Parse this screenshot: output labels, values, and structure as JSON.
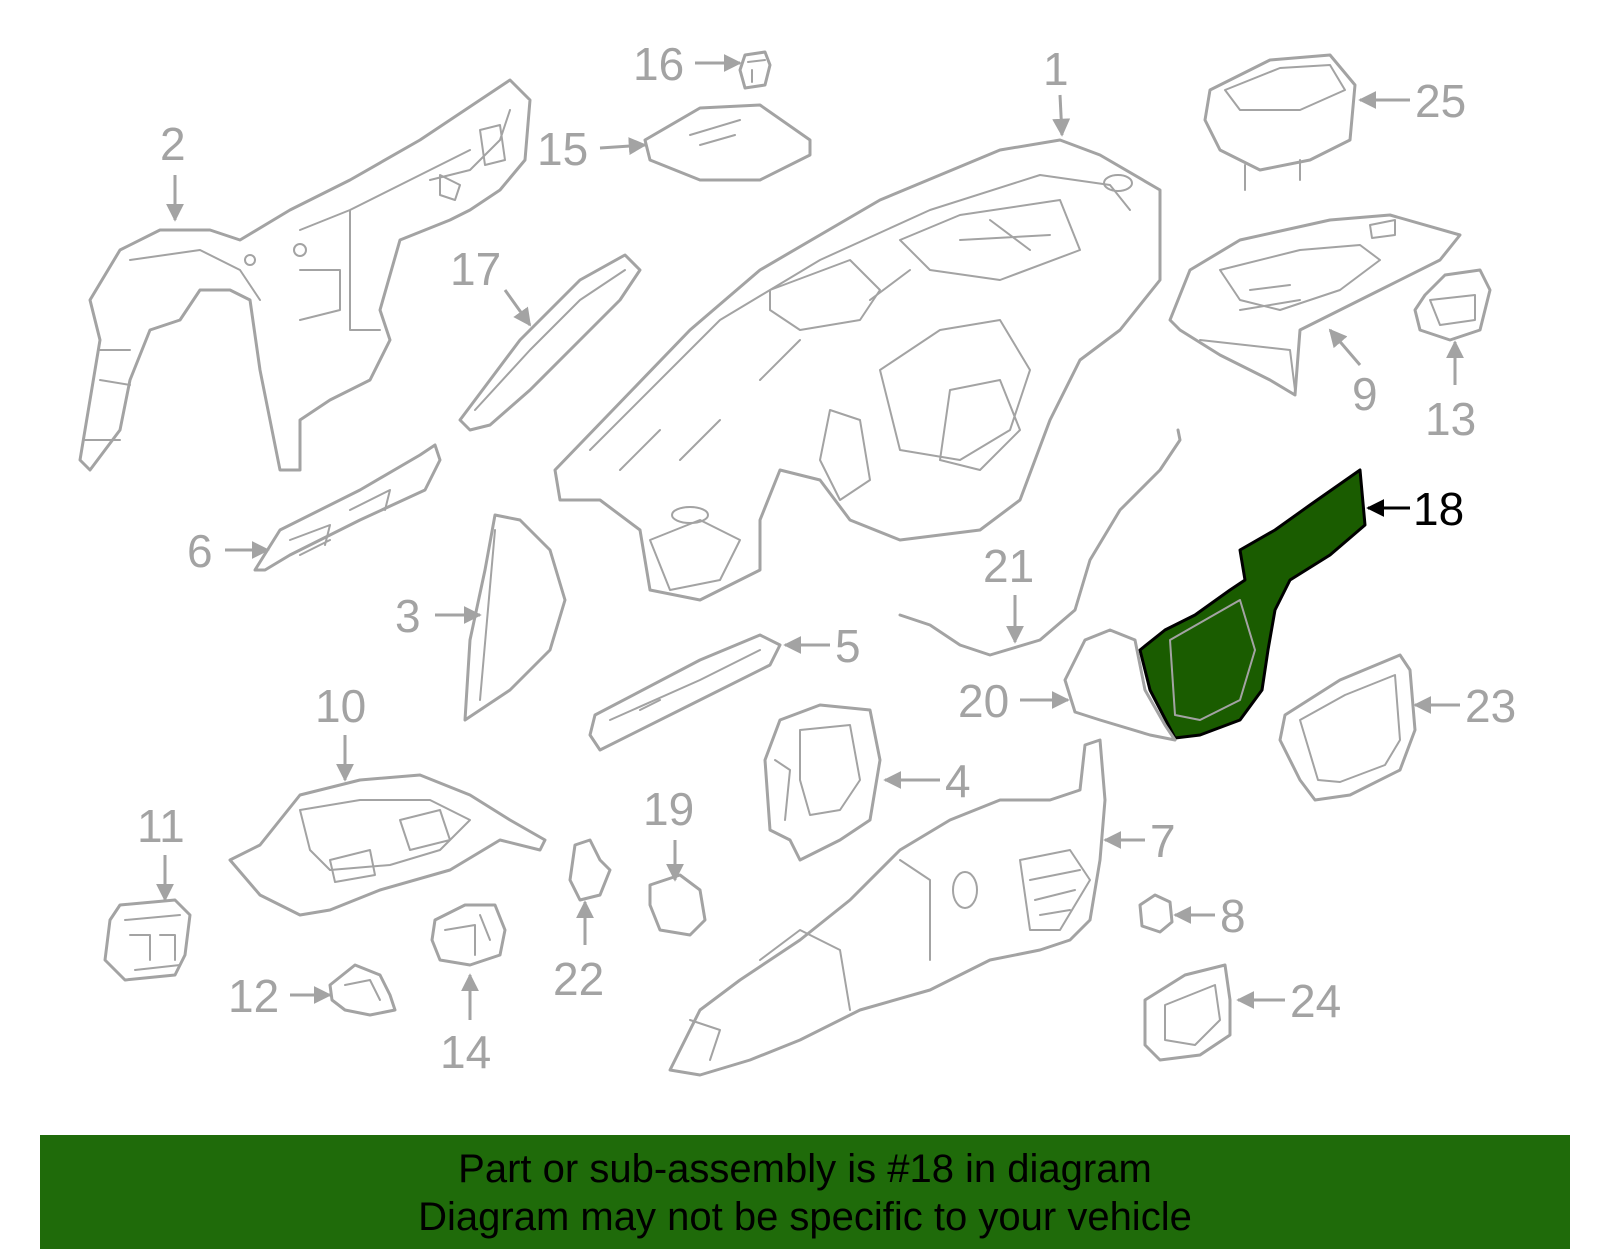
{
  "colors": {
    "highlight": "#1a5c00",
    "banner": "#1f6b0a",
    "part_stroke": "#a3a3a3"
  },
  "highlighted_part": "18",
  "callouts": [
    "1",
    "2",
    "3",
    "4",
    "5",
    "6",
    "7",
    "8",
    "9",
    "10",
    "11",
    "12",
    "13",
    "14",
    "15",
    "16",
    "17",
    "18",
    "19",
    "20",
    "21",
    "22",
    "23",
    "24",
    "25"
  ],
  "banner": {
    "line1": "Part or sub-assembly is #18 in diagram",
    "line2": "Diagram may not be specific to your vehicle"
  }
}
